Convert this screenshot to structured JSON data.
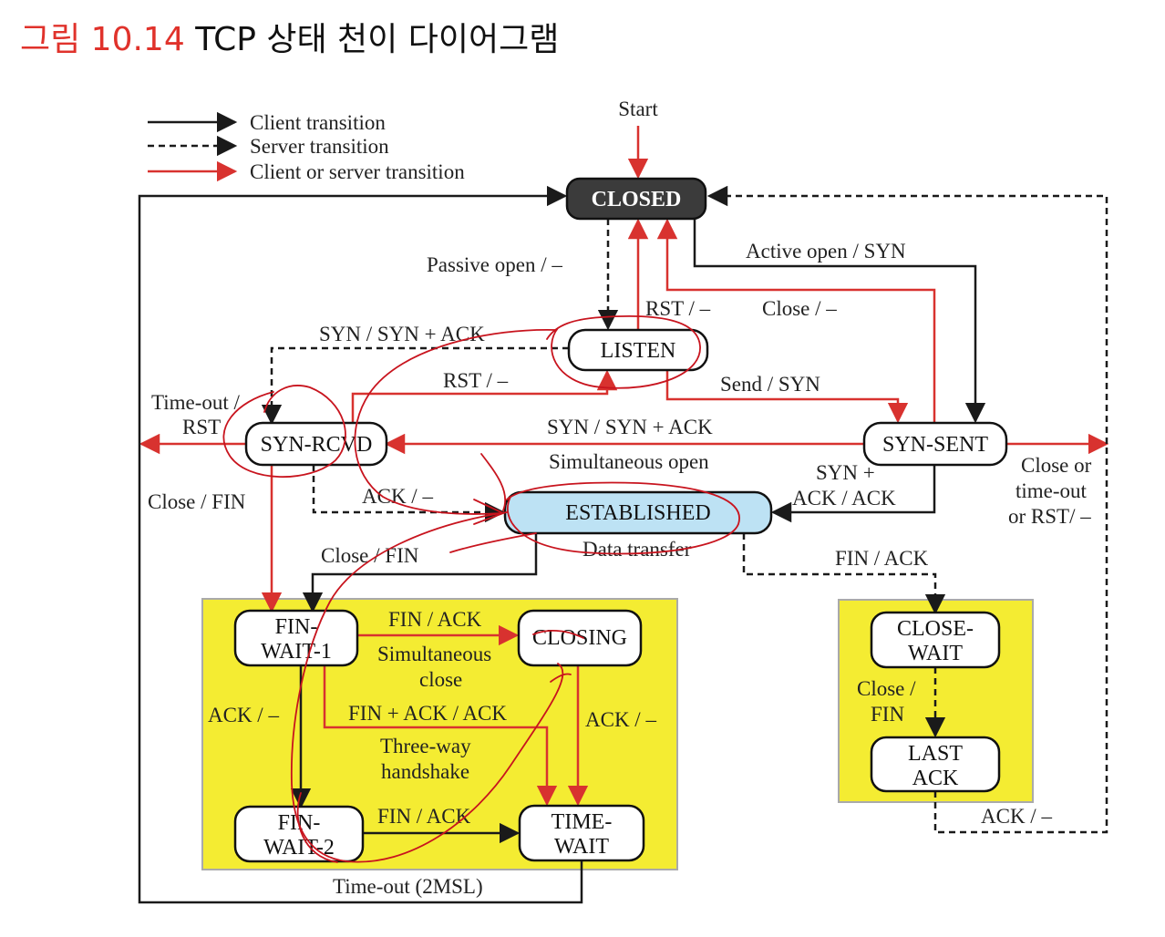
{
  "caption": {
    "number": "그림 10.14",
    "title": "TCP 상태 천이 다이어그램"
  },
  "colors": {
    "red": "#d8322f",
    "black": "#1a1a1a",
    "yellow": "#f4ec32",
    "established_fill": "#bde2f4",
    "closed_fill": "#3b3b3b",
    "annotation": "#c8141e"
  },
  "legend": {
    "client": "Client transition",
    "server": "Server transition",
    "both": "Client or server transition"
  },
  "states": {
    "closed": "CLOSED",
    "listen": "LISTEN",
    "syn_rcvd": "SYN-RCVD",
    "syn_sent": "SYN-SENT",
    "established": "ESTABLISHED",
    "fin_wait_1_a": "FIN-",
    "fin_wait_1_b": "WAIT-1",
    "closing": "CLOSING",
    "fin_wait_2_a": "FIN-",
    "fin_wait_2_b": "WAIT-2",
    "time_wait_a": "TIME-",
    "time_wait_b": "WAIT",
    "close_wait_a": "CLOSE-",
    "close_wait_b": "WAIT",
    "last_ack_a": "LAST",
    "last_ack_b": "ACK"
  },
  "labels": {
    "start": "Start",
    "passive_open": "Passive open / –",
    "active_open": "Active open / SYN",
    "rst_listen": "RST / –",
    "close_dash": "Close / –",
    "syn_synack": "SYN / SYN + ACK",
    "rst_rcvd": "RST / –",
    "send_syn": "Send / SYN",
    "timeout_rst_a": "Time-out /",
    "timeout_rst_b": "RST",
    "syn_synack_mid": "SYN / SYN + ACK",
    "simultaneous_open": "Simultaneous open",
    "syn_plus": "SYN +",
    "ack_ack": "ACK / ACK",
    "close_fin_left": "Close / FIN",
    "ack_dash_rcvd": "ACK / –",
    "close_or": "Close or",
    "timeout": "time-out",
    "or_rst": "or RST/ –",
    "close_fin_est": "Close / FIN",
    "data_transfer": "Data transfer",
    "fin_ack_right": "FIN / ACK",
    "fin_ack_closing": "FIN / ACK",
    "simultaneous": "Simultaneous",
    "close_word": "close",
    "ack_dash_fw1": "ACK / –",
    "fin_ack_ack": "FIN + ACK / ACK",
    "ack_dash_closing": "ACK / –",
    "three_way": "Three-way",
    "handshake": "handshake",
    "fin_ack_fw2": "FIN / ACK",
    "close_slash": "Close /",
    "fin_word": "FIN",
    "ack_dash_last": "ACK / –",
    "timeout_2msl": "Time-out (2MSL)"
  }
}
